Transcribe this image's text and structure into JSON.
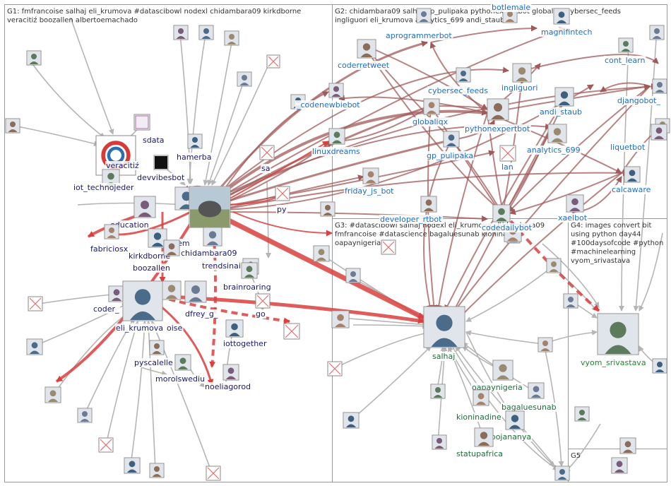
{
  "groups": [
    {
      "id": "G1",
      "lines": [
        "G1: fmfrancoise salhaj eli_krumova #datascibowl nodexl chidambara09 kirkdborne",
        "veracitiź boozallen albertoemachado"
      ]
    },
    {
      "id": "G2",
      "lines": [
        "G2: chidambara09 salhaj gp_pulipaka pythonexpertbot globaliqx cybersec_feeds",
        "ingliguori eli_krumova analytics_699 andi_staub"
      ]
    },
    {
      "id": "G3",
      "lines": [
        "G3: #datascibowl salhaj nodexl eli_krumova chidambara09",
        "fmfrancoise #datascience bagaluesunab kioninadine",
        "oapaynigeria"
      ]
    },
    {
      "id": "G4",
      "lines": [
        "G4: images convert bit",
        "using python day44",
        "#100daysofcode #python",
        "#machinelearning",
        "vyom_srivastava"
      ]
    },
    {
      "id": "G5",
      "lines": [
        "G5"
      ]
    }
  ],
  "colors": {
    "g1_label": "#191970",
    "g2_label": "#1e6fc2",
    "g3_label": "#1e6e3a",
    "g4_label": "#1a8a2a",
    "edge_gray": "#b5b5b5",
    "edge_red": "#d9403e",
    "edge_maroon": "#8b3a3a",
    "box": "#999999"
  },
  "nodes": [
    {
      "label": "veracitiź",
      "group": "G1",
      "icon": "ring-logo"
    },
    {
      "label": "sdata",
      "group": "G1",
      "icon": "bigdata-logo"
    },
    {
      "label": "hamerba",
      "group": "G1",
      "icon": "avatar"
    },
    {
      "label": "devvibesbot",
      "group": "G1",
      "icon": "dev-logo"
    },
    {
      "label": "iot_technojeder",
      "group": "G1",
      "icon": "avatar"
    },
    {
      "label": "education",
      "group": "G1",
      "icon": "avatar"
    },
    {
      "label": "albertoem",
      "group": "G1",
      "icon": "avatar"
    },
    {
      "label": "chidambara09",
      "group": "G1",
      "icon": "elephant"
    },
    {
      "label": "trendsinai",
      "group": "G1",
      "icon": "avatar"
    },
    {
      "label": "fabriciosx",
      "group": "G1",
      "icon": "avatar"
    },
    {
      "label": "kirkdborne",
      "group": "G1",
      "icon": "avatar"
    },
    {
      "label": "boozallen",
      "group": "G1",
      "icon": "avatar"
    },
    {
      "label": "brainroaring",
      "group": "G1",
      "icon": "avatar"
    },
    {
      "label": "coder_",
      "group": "G1",
      "icon": "avatar"
    },
    {
      "label": "eli_krumova",
      "group": "G1",
      "icon": "avatar"
    },
    {
      "label": "oise",
      "group": "G1",
      "icon": "avatar"
    },
    {
      "label": "dfrey_g_",
      "group": "G1",
      "icon": "avatar"
    },
    {
      "label": "go",
      "group": "G1",
      "icon": "missing"
    },
    {
      "label": "iottogether",
      "group": "G1",
      "icon": "avatar"
    },
    {
      "label": "pyscalelle",
      "group": "G1",
      "icon": "avatar"
    },
    {
      "label": "morolswediu",
      "group": "G1",
      "icon": "avatar"
    },
    {
      "label": "noeliagorod",
      "group": "G1",
      "icon": "avatar"
    },
    {
      "label": "sa",
      "group": "G1",
      "icon": "missing"
    },
    {
      "label": "py",
      "group": "G1",
      "icon": "missing"
    },
    {
      "label": "aprogrammerbot",
      "group": "G2",
      "icon": "avatar"
    },
    {
      "label": "botlemale",
      "group": "G2",
      "icon": "avatar"
    },
    {
      "label": "magnifintech",
      "group": "G2",
      "icon": "avatar"
    },
    {
      "label": "coderretweet",
      "group": "G2",
      "icon": "avatar"
    },
    {
      "label": "cont_learn",
      "group": "G2",
      "icon": "avatar"
    },
    {
      "label": "_codenewbiebot",
      "group": "G2",
      "icon": "avatar"
    },
    {
      "label": "cybersec_feeds",
      "group": "G2",
      "icon": "avatar"
    },
    {
      "label": "ingliguori",
      "group": "G2",
      "icon": "avatar"
    },
    {
      "label": "djangobot_",
      "group": "G2",
      "icon": "avatar"
    },
    {
      "label": "globaliqx",
      "group": "G2",
      "icon": "avatar"
    },
    {
      "label": "andi_staub",
      "group": "G2",
      "icon": "avatar"
    },
    {
      "label": "pythonexpertbot",
      "group": "G2",
      "icon": "avatar"
    },
    {
      "label": "linuxdreams",
      "group": "G2",
      "icon": "avatar"
    },
    {
      "label": "liquetbot",
      "group": "G2",
      "icon": "avatar"
    },
    {
      "label": "gp_pulipaka",
      "group": "G2",
      "icon": "avatar"
    },
    {
      "label": "analytics_699",
      "group": "G2",
      "icon": "avatar"
    },
    {
      "label": "lan",
      "group": "G2",
      "icon": "missing"
    },
    {
      "label": "friday_js_bot",
      "group": "G2",
      "icon": "avatar"
    },
    {
      "label": "calcaware",
      "group": "G2",
      "icon": "avatar"
    },
    {
      "label": "developer_rtbot",
      "group": "G2",
      "icon": "avatar"
    },
    {
      "label": "codedailybot",
      "group": "G2",
      "icon": "avatar"
    },
    {
      "label": "xaelbot",
      "group": "G2",
      "icon": "avatar"
    },
    {
      "label": "salhaj",
      "group": "G3",
      "icon": "avatar"
    },
    {
      "label": "oapaynigeria",
      "group": "G3",
      "icon": "avatar"
    },
    {
      "label": "bagaluesunab",
      "group": "G3",
      "icon": "avatar"
    },
    {
      "label": "kioninadine",
      "group": "G3",
      "icon": "avatar"
    },
    {
      "label": "mbojananya",
      "group": "G3",
      "icon": "avatar"
    },
    {
      "label": "statupafrica",
      "group": "G3",
      "icon": "avatar"
    },
    {
      "label": "vyom_srivastava",
      "group": "G4",
      "icon": "avatar"
    }
  ]
}
